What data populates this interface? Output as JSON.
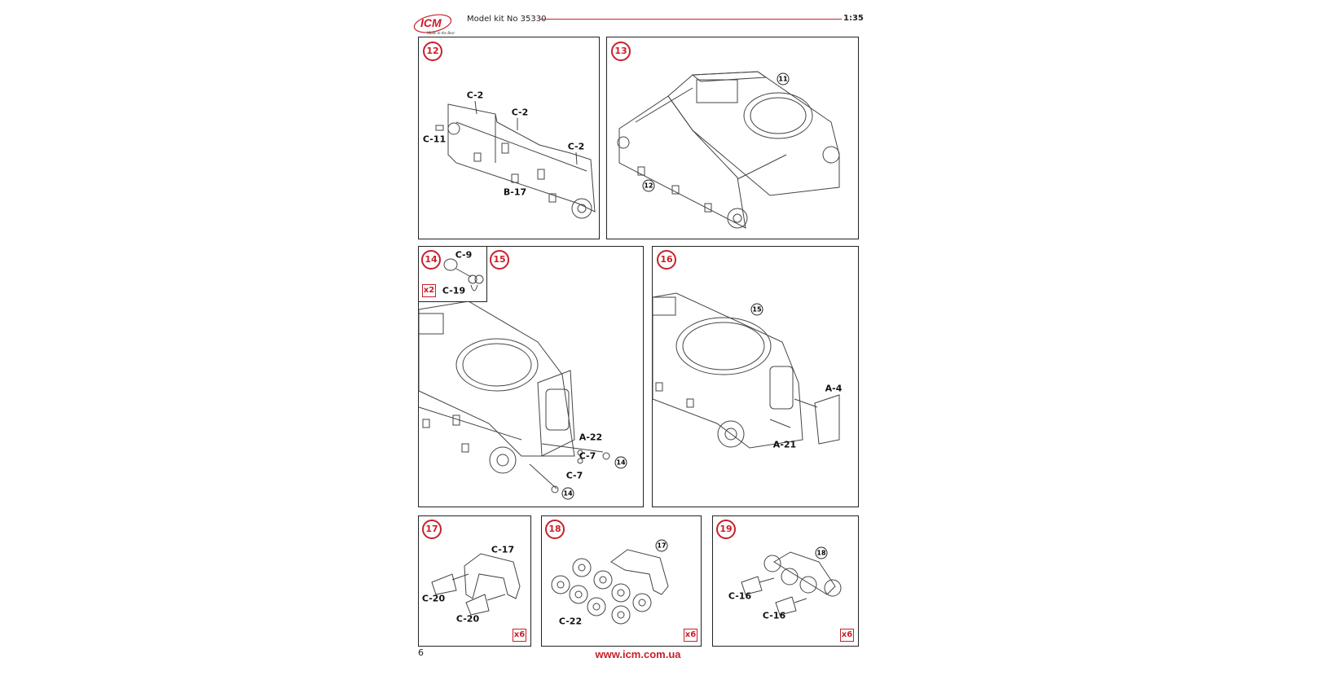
{
  "header": {
    "brand": "ICM",
    "tagline": "Made in the Best",
    "kit_label": "Model kit No 35330",
    "scale": "1:35",
    "accent": "#c8202a"
  },
  "steps": {
    "s12": {
      "number": "12",
      "parts": [
        "C-2",
        "C-2",
        "C-2",
        "C-11",
        "B-17"
      ]
    },
    "s13": {
      "number": "13",
      "refs": [
        "11",
        "12"
      ]
    },
    "s14": {
      "number": "14",
      "parts": [
        "C-9",
        "C-19"
      ],
      "multiplier": "x2"
    },
    "s15": {
      "number": "15",
      "parts": [
        "A-22",
        "C-7",
        "C-7"
      ],
      "refs": [
        "14",
        "14"
      ]
    },
    "s16": {
      "number": "16",
      "parts": [
        "A-4",
        "A-21"
      ],
      "refs": [
        "15"
      ]
    },
    "s17": {
      "number": "17",
      "parts": [
        "C-17",
        "C-20",
        "C-20"
      ],
      "multiplier": "x6"
    },
    "s18": {
      "number": "18",
      "parts": [
        "C-22"
      ],
      "refs": [
        "17"
      ],
      "multiplier": "x6"
    },
    "s19": {
      "number": "19",
      "parts": [
        "C-16",
        "C-16"
      ],
      "refs": [
        "18"
      ],
      "multiplier": "x6"
    }
  },
  "footer": {
    "page_number": "6",
    "website": "www.icm.com.ua"
  }
}
